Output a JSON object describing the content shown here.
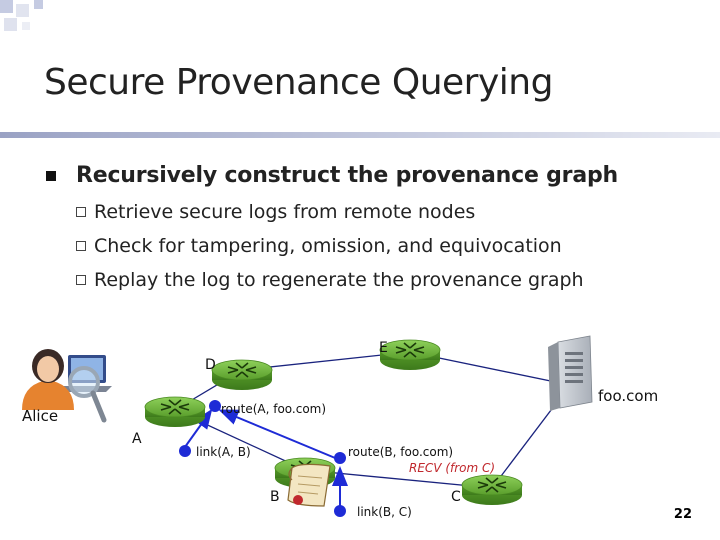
{
  "slide": {
    "title": "Secure Provenance Querying",
    "page_number": "22"
  },
  "bullets": {
    "main": "Recursively construct the provenance graph",
    "sub": [
      "Retrieve secure logs from remote nodes",
      "Check for tampering, omission, and equivocation",
      "Replay the log to regenerate the provenance graph"
    ]
  },
  "diagram": {
    "nodes": {
      "alice": "Alice",
      "a": "A",
      "b": "B",
      "c": "C",
      "d": "D",
      "e": "E",
      "server": "foo.com"
    },
    "graph_labels": {
      "route_a": "route(A, foo.com)",
      "link_ab": "link(A, B)",
      "route_b": "route(B, foo.com)",
      "recv": "RECV (from C)",
      "link_bc": "link(B, C)"
    },
    "colors": {
      "graph": "#1e2bd6",
      "recv": "#c0282d",
      "link_lines": "#1a237e",
      "router": "#6fb33a"
    }
  }
}
